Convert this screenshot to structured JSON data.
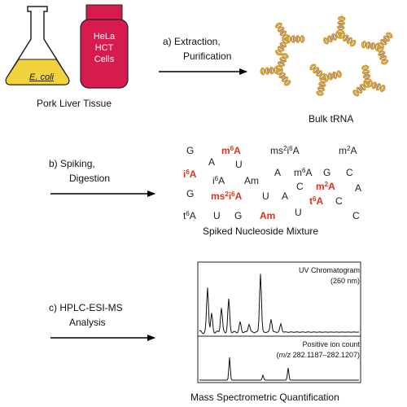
{
  "sources": {
    "ecoli_label": "E. coli",
    "hela_lines": [
      "HeLa",
      "HCT",
      "Cells"
    ],
    "tissue_label": "Pork Liver Tissue"
  },
  "steps": {
    "a_lines": [
      "a)  Extraction,",
      "Purification"
    ],
    "b_lines": [
      "b)  Spiking,",
      "Digestion"
    ],
    "c_lines": [
      "c)  HPLC-ESI-MS",
      "Analysis"
    ]
  },
  "products": {
    "bulk_trna": "Bulk tRNA",
    "mixture": "Spiked Nucleoside Mixture",
    "quant": "Mass Spectrometric Quantification"
  },
  "nucleosides": [
    {
      "text": "G",
      "hl": false
    },
    {
      "text": "m6A",
      "hl": true
    },
    {
      "text": "ms2i6A",
      "hl": false
    },
    {
      "text": "m2A",
      "hl": false
    },
    {
      "text": "A",
      "hl": false
    },
    {
      "text": "U",
      "hl": false
    },
    {
      "text": "i6A",
      "hl": true
    },
    {
      "text": "A",
      "hl": false
    },
    {
      "text": "m6A",
      "hl": false
    },
    {
      "text": "G",
      "hl": false
    },
    {
      "text": "C",
      "hl": false
    },
    {
      "text": "i6A",
      "hl": false
    },
    {
      "text": "Am",
      "hl": false
    },
    {
      "text": "C",
      "hl": false
    },
    {
      "text": "m2A",
      "hl": true
    },
    {
      "text": "A",
      "hl": false
    },
    {
      "text": "G",
      "hl": false
    },
    {
      "text": "ms2i6A",
      "hl": true
    },
    {
      "text": "U",
      "hl": false
    },
    {
      "text": "A",
      "hl": false
    },
    {
      "text": "t6A",
      "hl": true
    },
    {
      "text": "C",
      "hl": false
    },
    {
      "text": "t6A",
      "hl": false
    },
    {
      "text": "U",
      "hl": false
    },
    {
      "text": "G",
      "hl": false
    },
    {
      "text": "Am",
      "hl": true
    },
    {
      "text": "U",
      "hl": false
    },
    {
      "text": "C",
      "hl": false
    }
  ],
  "chromatogram": {
    "top_title": "UV Chromatogram",
    "top_sub": "(260 nm)",
    "bottom_title": "Positive ion count",
    "bottom_sub": "(m/z 282.1187–282.1207)"
  },
  "colors": {
    "flask_fill": "#f2d33c",
    "hela_fill": "#d81b4e",
    "highlight": "#e0301e",
    "arrow": "#000000"
  }
}
